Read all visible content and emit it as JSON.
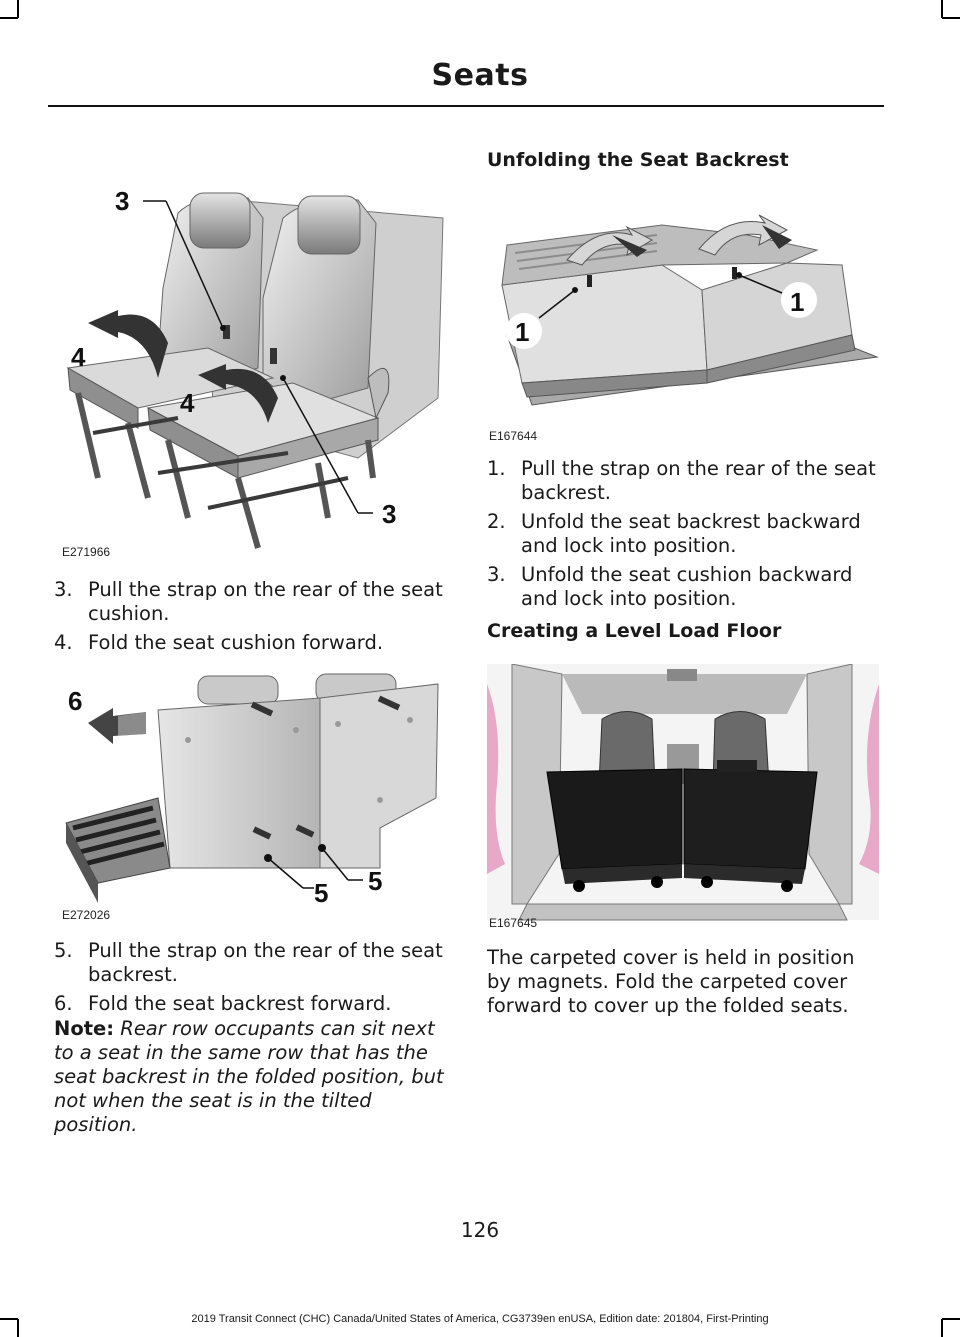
{
  "header": {
    "title": "Seats"
  },
  "figures": {
    "fig1": {
      "code": "E271966",
      "callouts": [
        "3",
        "4",
        "4",
        "3"
      ]
    },
    "fig2": {
      "code": "E272026",
      "callouts": [
        "6",
        "5",
        "5"
      ]
    },
    "fig3": {
      "code": "E167644",
      "callouts": [
        "1",
        "1"
      ]
    },
    "fig4": {
      "code": "E167645"
    }
  },
  "left": {
    "steps_a": [
      {
        "num": "3.",
        "text": "Pull the strap on the rear of the seat cushion."
      },
      {
        "num": "4.",
        "text": "Fold the seat cushion forward."
      }
    ],
    "steps_b": [
      {
        "num": "5.",
        "text": "Pull the strap on the rear of the seat backrest."
      },
      {
        "num": "6.",
        "text": "Fold the seat backrest forward."
      }
    ],
    "note": {
      "label": "Note:",
      "text": "Rear row occupants can sit next to a seat in the same row that has the seat backrest in the folded position, but not when the seat is in the tilted position."
    }
  },
  "right": {
    "heading_unfold": "Unfolding the Seat Backrest",
    "steps_unfold": [
      {
        "num": "1.",
        "text": "Pull the strap on the rear of the seat backrest."
      },
      {
        "num": "2.",
        "text": "Unfold the seat backrest backward and lock into position."
      },
      {
        "num": "3.",
        "text": "Unfold the seat cushion backward and lock into position."
      }
    ],
    "heading_level": "Creating a Level Load Floor",
    "paragraph": "The carpeted cover is held in position by magnets. Fold the carpeted cover forward to cover up the folded seats."
  },
  "page_number": "126",
  "footer": "2019 Transit Connect (CHC) Canada/United States of America, CG3739en enUSA, Edition date: 201804, First-Printing"
}
